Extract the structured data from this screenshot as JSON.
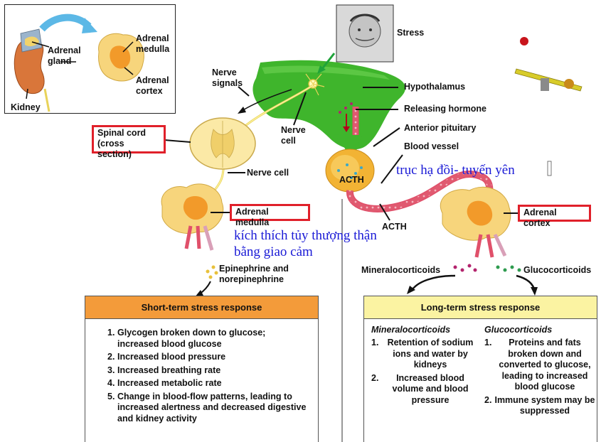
{
  "inset": {
    "adrenal_gland": "Adrenal\ngland",
    "kidney": "Kidney",
    "adrenal_medulla": "Adrenal\nmedulla",
    "adrenal_cortex": "Adrenal\ncortex"
  },
  "labels": {
    "stress": "Stress",
    "nerve_signals": "Nerve\nsignals",
    "hypothalamus": "Hypothalamus",
    "releasing_hormone": "Releasing hormone",
    "anterior_pituitary": "Anterior pituitary",
    "blood_vessel": "Blood vessel",
    "nerve_cell_brain": "Nerve\ncell",
    "nerve_cell_spinal": "Nerve cell",
    "acth_gland": "ACTH",
    "acth_vessel": "ACTH",
    "epinephrine": "Epinephrine and\nnorepinephrine",
    "mineralocorticoids": "Mineralocorticoids",
    "glucocorticoids": "Glucocorticoids"
  },
  "boxes": {
    "spinal_cord": "Spinal cord\n(cross section)",
    "adrenal_medulla": "Adrenal medulla",
    "adrenal_cortex": "Adrenal cortex"
  },
  "annotations": {
    "hpa_axis": "trục hạ đồi- tuyến yên",
    "sympathetic": "kích thích tủy thượng thận\nbằng giao cảm"
  },
  "short_term": {
    "title": "Short-term stress response",
    "items": [
      {
        "n": "1.",
        "text": "Glycogen broken down to glucose; increased blood glucose"
      },
      {
        "n": "2.",
        "text": "Increased blood pressure"
      },
      {
        "n": "3.",
        "text": "Increased breathing rate"
      },
      {
        "n": "4.",
        "text": "Increased metabolic rate"
      },
      {
        "n": "5.",
        "text": "Change in blood-flow patterns, leading to increased alertness and decreased digestive and kidney activity"
      }
    ]
  },
  "long_term": {
    "title": "Long-term stress response",
    "mineral": {
      "heading": "Mineralocorticoids",
      "items": [
        {
          "n": "1.",
          "text": "Retention of sodium ions and water by kidneys"
        },
        {
          "n": "2.",
          "text": "Increased blood volume and blood pressure"
        }
      ]
    },
    "gluco": {
      "heading": "Glucocorticoids",
      "items": [
        {
          "n": "1.",
          "text": "Proteins and fats broken down and converted to glucose, leading to increased blood glucose"
        },
        {
          "n": "2.",
          "text": "Immune system may be suppressed"
        }
      ]
    }
  },
  "colors": {
    "highlight_border": "#e0202a",
    "short_term_header": "#f39b3a",
    "long_term_header": "#fbf3a2",
    "hypothalamus": "#3fb52c",
    "blood_vessel": "#e0506a",
    "adrenal": "#f7d57c",
    "annotation_text": "#1a1ad6"
  }
}
